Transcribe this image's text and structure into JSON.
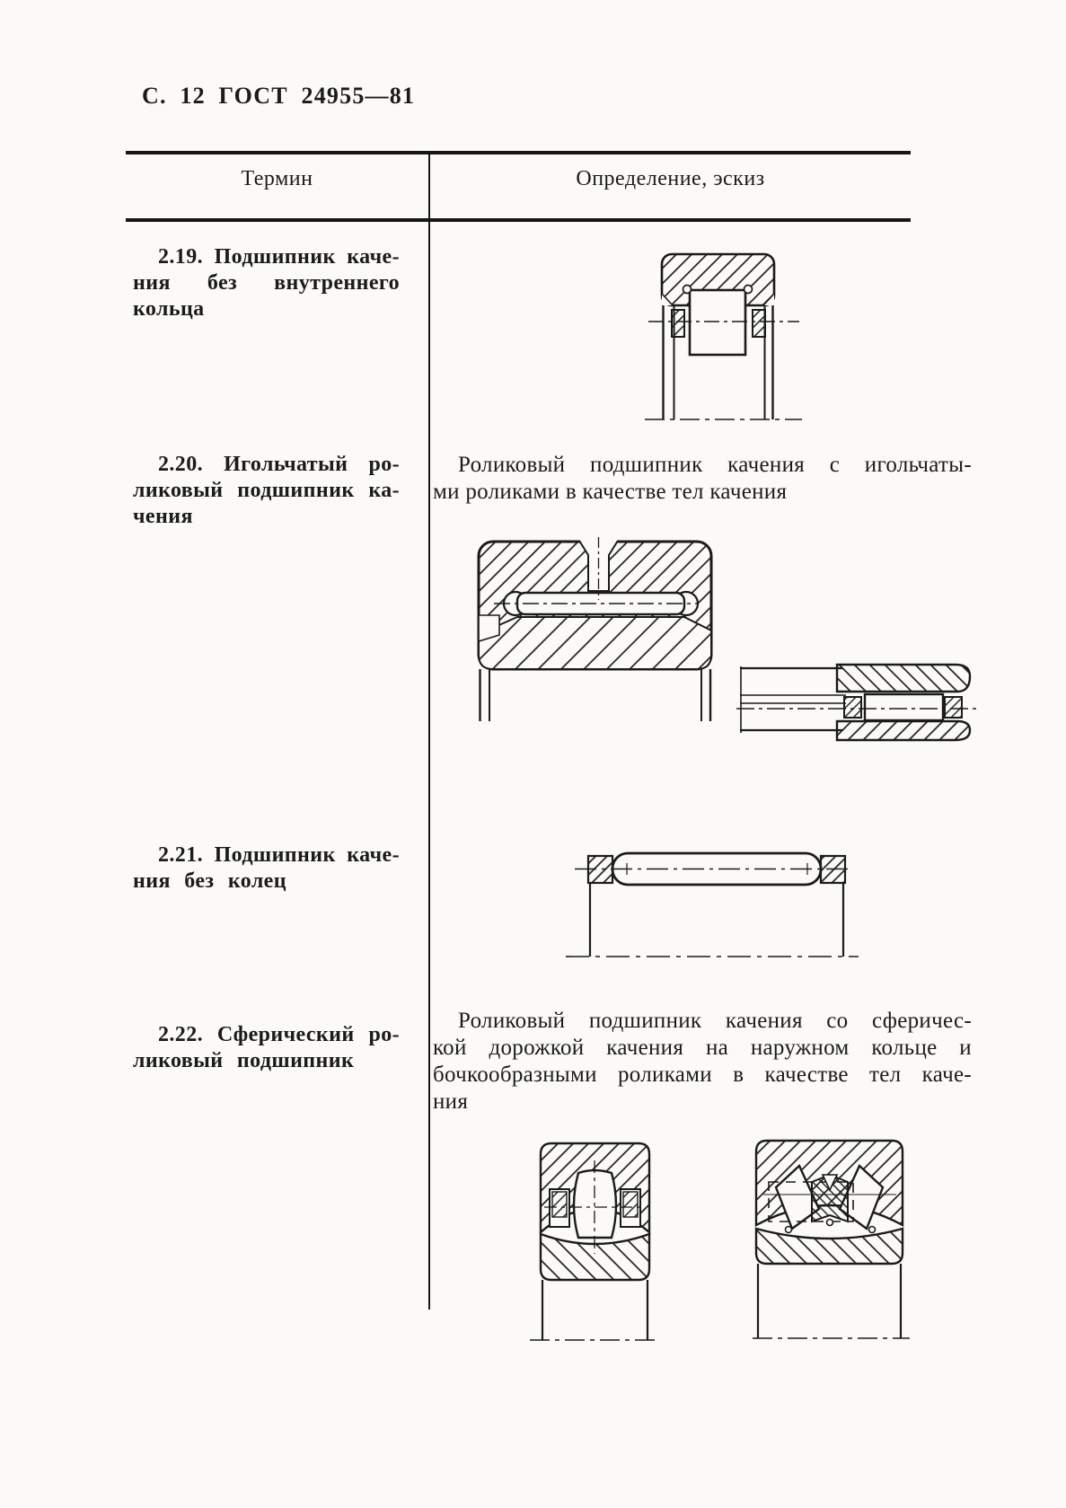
{
  "document": {
    "page_label": "С. 12 ГОСТ 24955—81",
    "ink_color": "#1b1b1b",
    "paper_color": "#fbfaf6"
  },
  "table": {
    "columns": {
      "term": "Термин",
      "definition": "Определение, эскиз"
    },
    "rows": [
      {
        "number": "2.19",
        "term_lines": [
          "2.19. Подшипник каче-",
          "ния без внутреннего",
          "кольца"
        ],
        "definition_lines": [],
        "sketches": [
          "rolling-bearing-without-inner-ring-section"
        ]
      },
      {
        "number": "2.20",
        "term_lines": [
          "2.20. Игольчатый ро-",
          "ликовый подшипник ка-",
          "чения"
        ],
        "definition_lines": [
          "Роликовый подшипник качения с игольчаты-",
          "ми роликами в качестве тел качения"
        ],
        "sketches": [
          "needle-roller-bearing-section",
          "needle-roller-bearing-on-shaft-section"
        ]
      },
      {
        "number": "2.21",
        "term_lines": [
          "2.21. Подшипник каче-",
          "ния без колец"
        ],
        "definition_lines": [],
        "sketches": [
          "needle-rollers-with-cage-without-rings-section"
        ]
      },
      {
        "number": "2.22",
        "term_lines": [
          "2.22. Сферический ро-",
          "ликовый подшипник"
        ],
        "definition_lines": [
          "Роликовый подшипник качения со сферичес-",
          "кой дорожкой качения на наружном кольце и",
          "бочкообразными роликами в качестве тел каче-",
          "ния"
        ],
        "sketches": [
          "spherical-roller-bearing-single-row-section",
          "spherical-roller-bearing-double-row-section"
        ]
      }
    ]
  }
}
